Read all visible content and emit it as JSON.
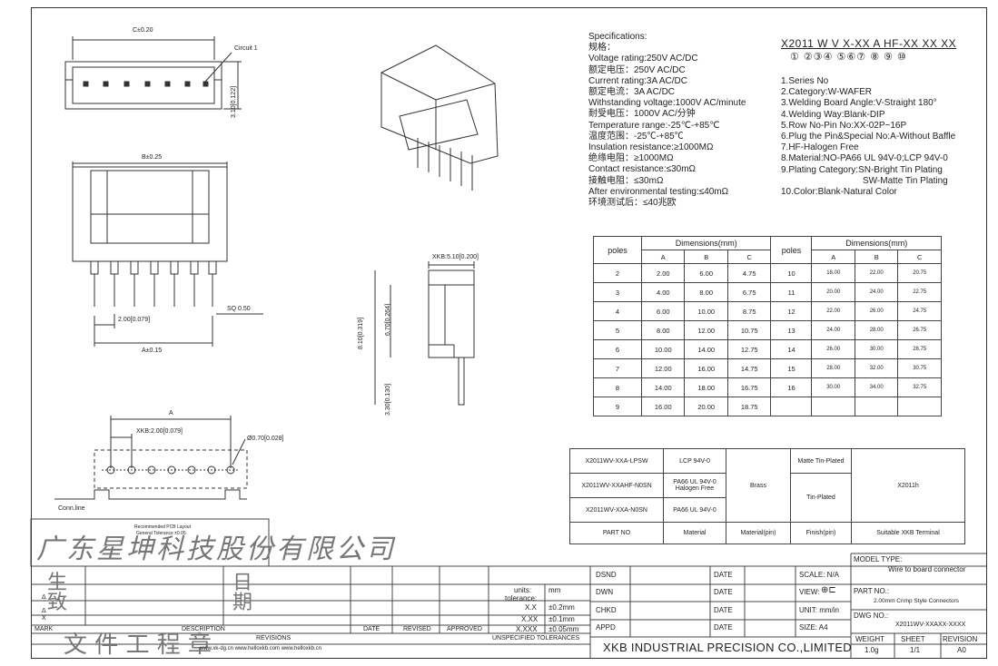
{
  "drawing": {
    "dims": {
      "c_tol": "C±0.20",
      "circuit": "Circuit  1",
      "h_310": "3.10[0.122]",
      "b_tol": "B±0.25",
      "pitch": "2.00[0.079]",
      "sq": "SQ  0.50",
      "a_tol": "A±0.15",
      "xkb_510": "XKB:5.10[0.200]",
      "h_810": "8.10[0.319]",
      "h_670": "6.70[0.264]",
      "h_330": "3.30[0.130]",
      "a": "A",
      "xkb_200": "XKB:2.00[0.079]",
      "hole": "Ø0.70[0.028]",
      "conn_line": "Conn.line",
      "pcb_title": "Recommended PCB Layout",
      "pcb_tol": "General Tolerance ±0.05"
    }
  },
  "specs": {
    "heading": "Specifications:",
    "lines": [
      "规格：",
      "Voltage rating:250V AC/DC",
      "额定电压：250V AC/DC",
      "Current rating:3A AC/DC",
      "额定电流：3A AC/DC",
      "Withstanding voltage:1000V AC/minute",
      "耐受电压：1000V AC/分钟",
      "Temperature range:-25℃-+85℃",
      "温度范围：-25℃-+85℃",
      "Insulation resistance:≥1000MΩ",
      "绝缘电阻：≥1000MΩ",
      "Contact resistance:≤30mΩ",
      "接触电阻：≤30mΩ",
      "After environmental testing:≤40mΩ",
      "环境测试后：≤40兆欧"
    ]
  },
  "part_number": {
    "code": "X2011 W V X-XX A HF-XX XX XX",
    "markers": "①  ②③④ ⑤⑥⑦  ⑧  ⑨ ⑩",
    "legend": [
      "1.Series No",
      "2.Category:W-WAFER",
      "3.Welding Board Angle:V-Straight 180°",
      "4.Welding Way:Blank-DIP",
      "5.Row No-Pin No:XX-02P~16P",
      "6.Plug the Pin&Special No:A-Without Baffle",
      "7.HF-Halogen Free",
      "8.Material:NO-PA66 UL 94V-0;LCP 94V-0",
      "9.Plating Category:SN-Bright Tin Plating",
      "SW-Matte Tin Plating",
      "10.Color:Blank-Natural Color"
    ]
  },
  "dim_table": {
    "poles": "poles",
    "dims_header": "Dimensions(mm)",
    "cols": [
      "A",
      "B",
      "C"
    ],
    "left": [
      [
        "2",
        "2.00",
        "6.00",
        "4.75"
      ],
      [
        "3",
        "4.00",
        "8.00",
        "6.75"
      ],
      [
        "4",
        "6.00",
        "10.00",
        "8.75"
      ],
      [
        "5",
        "8.00",
        "12.00",
        "10.75"
      ],
      [
        "6",
        "10.00",
        "14.00",
        "12.75"
      ],
      [
        "7",
        "12.00",
        "16.00",
        "14.75"
      ],
      [
        "8",
        "14.00",
        "18.00",
        "16.75"
      ],
      [
        "9",
        "16.00",
        "20.00",
        "18.75"
      ]
    ],
    "right": [
      [
        "10",
        "18.00",
        "22.00",
        "20.75"
      ],
      [
        "11",
        "20.00",
        "24.00",
        "22.75"
      ],
      [
        "12",
        "22.00",
        "26.00",
        "24.75"
      ],
      [
        "13",
        "24.00",
        "28.00",
        "26.75"
      ],
      [
        "14",
        "26.00",
        "30.00",
        "28.75"
      ],
      [
        "15",
        "28.00",
        "32.00",
        "30.75"
      ],
      [
        "16",
        "30.00",
        "34.00",
        "32.75"
      ],
      [
        "",
        "",
        "",
        ""
      ]
    ]
  },
  "part_table": {
    "rows": [
      {
        "part": "X2011WV-XXA-LPSW",
        "material": "LCP 94V-0"
      },
      {
        "part": "X2011WV-XXAHF-N0SN",
        "material": "PA66 UL 94V-0 Halogen Free"
      },
      {
        "part": "X2011WV-XXA-N0SN",
        "material": "PA66 UL 94V-0"
      }
    ],
    "pin_material": "Brass",
    "finish_matte": "Matte Tin-Plated",
    "finish_tin": "Tin-Plated",
    "terminal": "X2011h",
    "headers": [
      "PART NO",
      "Material",
      "Material(pin)",
      "Finish(pin)",
      "Suitable XKB Terminal"
    ]
  },
  "title_block": {
    "company_cn": "广东星坤科技股份有限公司",
    "mark": "MARK",
    "description": "DESCRIPTION",
    "date": "DATE",
    "revised": "REVISED",
    "approved": "APPROVED",
    "revisions": "REVISIONS",
    "websites": "www.xk-dg.cn   www.helloxkb.com   www.helloxkb.cn",
    "units_label": "units:",
    "units_val": "mm",
    "tol_label": "tolerance:",
    "tol_rows": [
      [
        "X.X",
        "±0.2mm"
      ],
      [
        "X.XX",
        "±0.1mm"
      ],
      [
        "X.XXX",
        "±0.05mm"
      ]
    ],
    "unspecified": "UNSPECIFIED TOLERANCES",
    "roles": [
      "DSND",
      "DWN",
      "CHKD",
      "APPD"
    ],
    "date_lbl": "DATE",
    "scale": "SCALE: N/A",
    "view": "VIEW:",
    "unit": "UNIT: mm/in",
    "size": "SIZE: A4",
    "company": "XKB INDUSTRIAL PRECISION CO.,LIMITED",
    "model_type_label": "MODEL TYPE:",
    "model_type": "Wire to board connector",
    "part_no_label": "PART NO.:",
    "part_no": "2.00mm Crimp Style Connectors",
    "dwg_no_label": "DWG NO.:",
    "dwg_no": "X2011WV-XXAXX-XXXX",
    "weight_label": "WEIGHT",
    "weight": "1.0g",
    "sheet_label": "SHEET",
    "sheet": "1/1",
    "revision_label": "REVISION",
    "revision": "A0",
    "cn_sheng": "生",
    "cn_ri": "日",
    "cn_zhi": "致",
    "cn_qi": "期",
    "cn_doc": "文   件   工   程   章",
    "delta": "Δ",
    "x_mark": "X"
  }
}
